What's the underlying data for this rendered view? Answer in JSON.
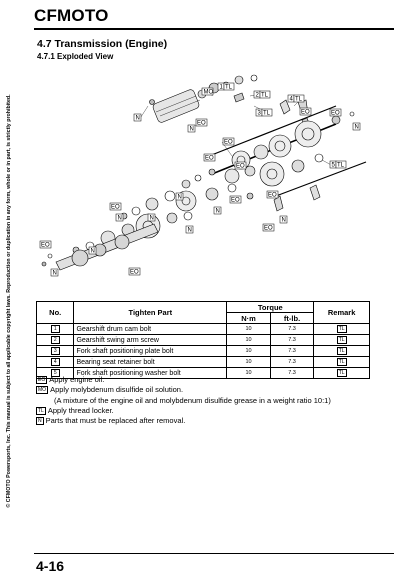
{
  "header": {
    "brand": "CFMOTO"
  },
  "section": {
    "title": "4.7 Transmission (Engine)",
    "subtitle": "4.7.1 Exploded View"
  },
  "side_note": "© CFMOTO Powersports, Inc. This manual is subject to all applicable copyright laws. Reproduction or duplication in any form, whole or in part, is strictly prohibited.",
  "diagram": {
    "callouts": {
      "mo": "MO",
      "eo": "EO",
      "n": "N",
      "tl": "TL",
      "n1": "1",
      "n2": "2",
      "n3": "3",
      "n4": "4",
      "n5": "5"
    }
  },
  "table": {
    "headers": {
      "no": "No.",
      "part": "Tighten Part",
      "torque": "Torque",
      "nm": "N·m",
      "ftlb": "ft-lb.",
      "remark": "Remark"
    },
    "rows": [
      {
        "no": "1",
        "part": "Gearshift drum cam bolt",
        "nm": "10",
        "ftlb": "7.3",
        "remark": "TL"
      },
      {
        "no": "2",
        "part": "Gearshift swing arm screw",
        "nm": "10",
        "ftlb": "7.3",
        "remark": "TL"
      },
      {
        "no": "3",
        "part": "Fork shaft positioning plate bolt",
        "nm": "10",
        "ftlb": "7.3",
        "remark": "TL"
      },
      {
        "no": "4",
        "part": "Bearing seat retainer bolt",
        "nm": "10",
        "ftlb": "7.3",
        "remark": "TL"
      },
      {
        "no": "5",
        "part": "Fork shaft positioning washer bolt",
        "nm": "10",
        "ftlb": "7.3",
        "remark": "TL"
      }
    ]
  },
  "legend": {
    "eo": {
      "tag": "EO",
      "text": "Apply engine oil."
    },
    "mo": {
      "tag": "MO",
      "text": "Apply molybdenum disulfide oil solution.",
      "note": "(A mixture of the engine oil and molybdenum disulfide grease in a weight ratio 10:1)"
    },
    "tl": {
      "tag": "TL",
      "text": "Apply thread locker."
    },
    "n": {
      "tag": "N",
      "text": "Parts that must be replaced after removal."
    }
  },
  "footer": {
    "page": "4-16"
  }
}
